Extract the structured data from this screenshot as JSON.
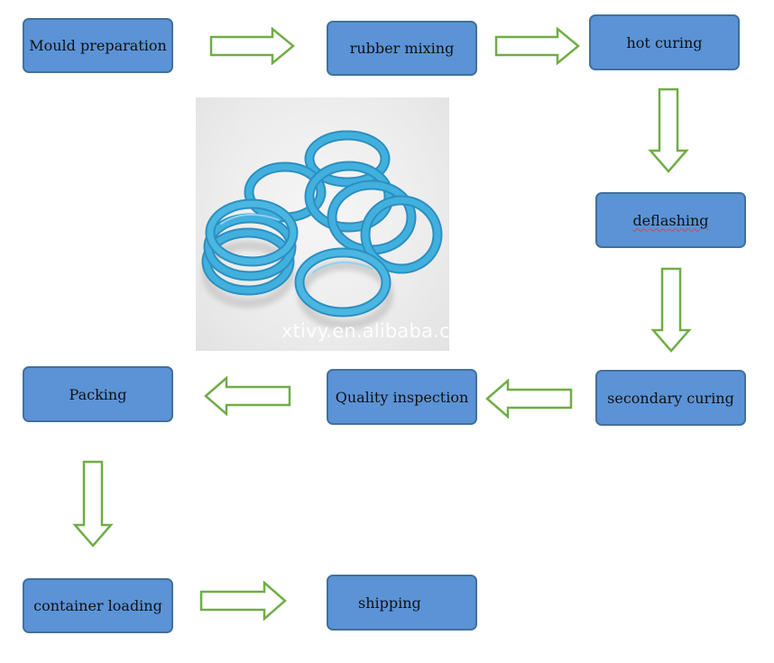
{
  "steps": {
    "mould_preparation": "Mould preparation",
    "rubber_mixing": "rubber mixing",
    "hot_curing": "hot curing",
    "deflashing": "deflashing",
    "secondary_curing": "secondary curing",
    "quality_inspection": "Quality inspection",
    "packing": "Packing",
    "container_loading": "container loading",
    "shipping": "shipping"
  },
  "image": {
    "watermark": "xtivy.en.alibaba.com",
    "subject": "blue O-rings"
  },
  "colors": {
    "box_fill": "#5b93d6",
    "box_border": "#41719c",
    "arrow_stroke": "#70ad47",
    "ring_blue": "#37a8d8"
  }
}
